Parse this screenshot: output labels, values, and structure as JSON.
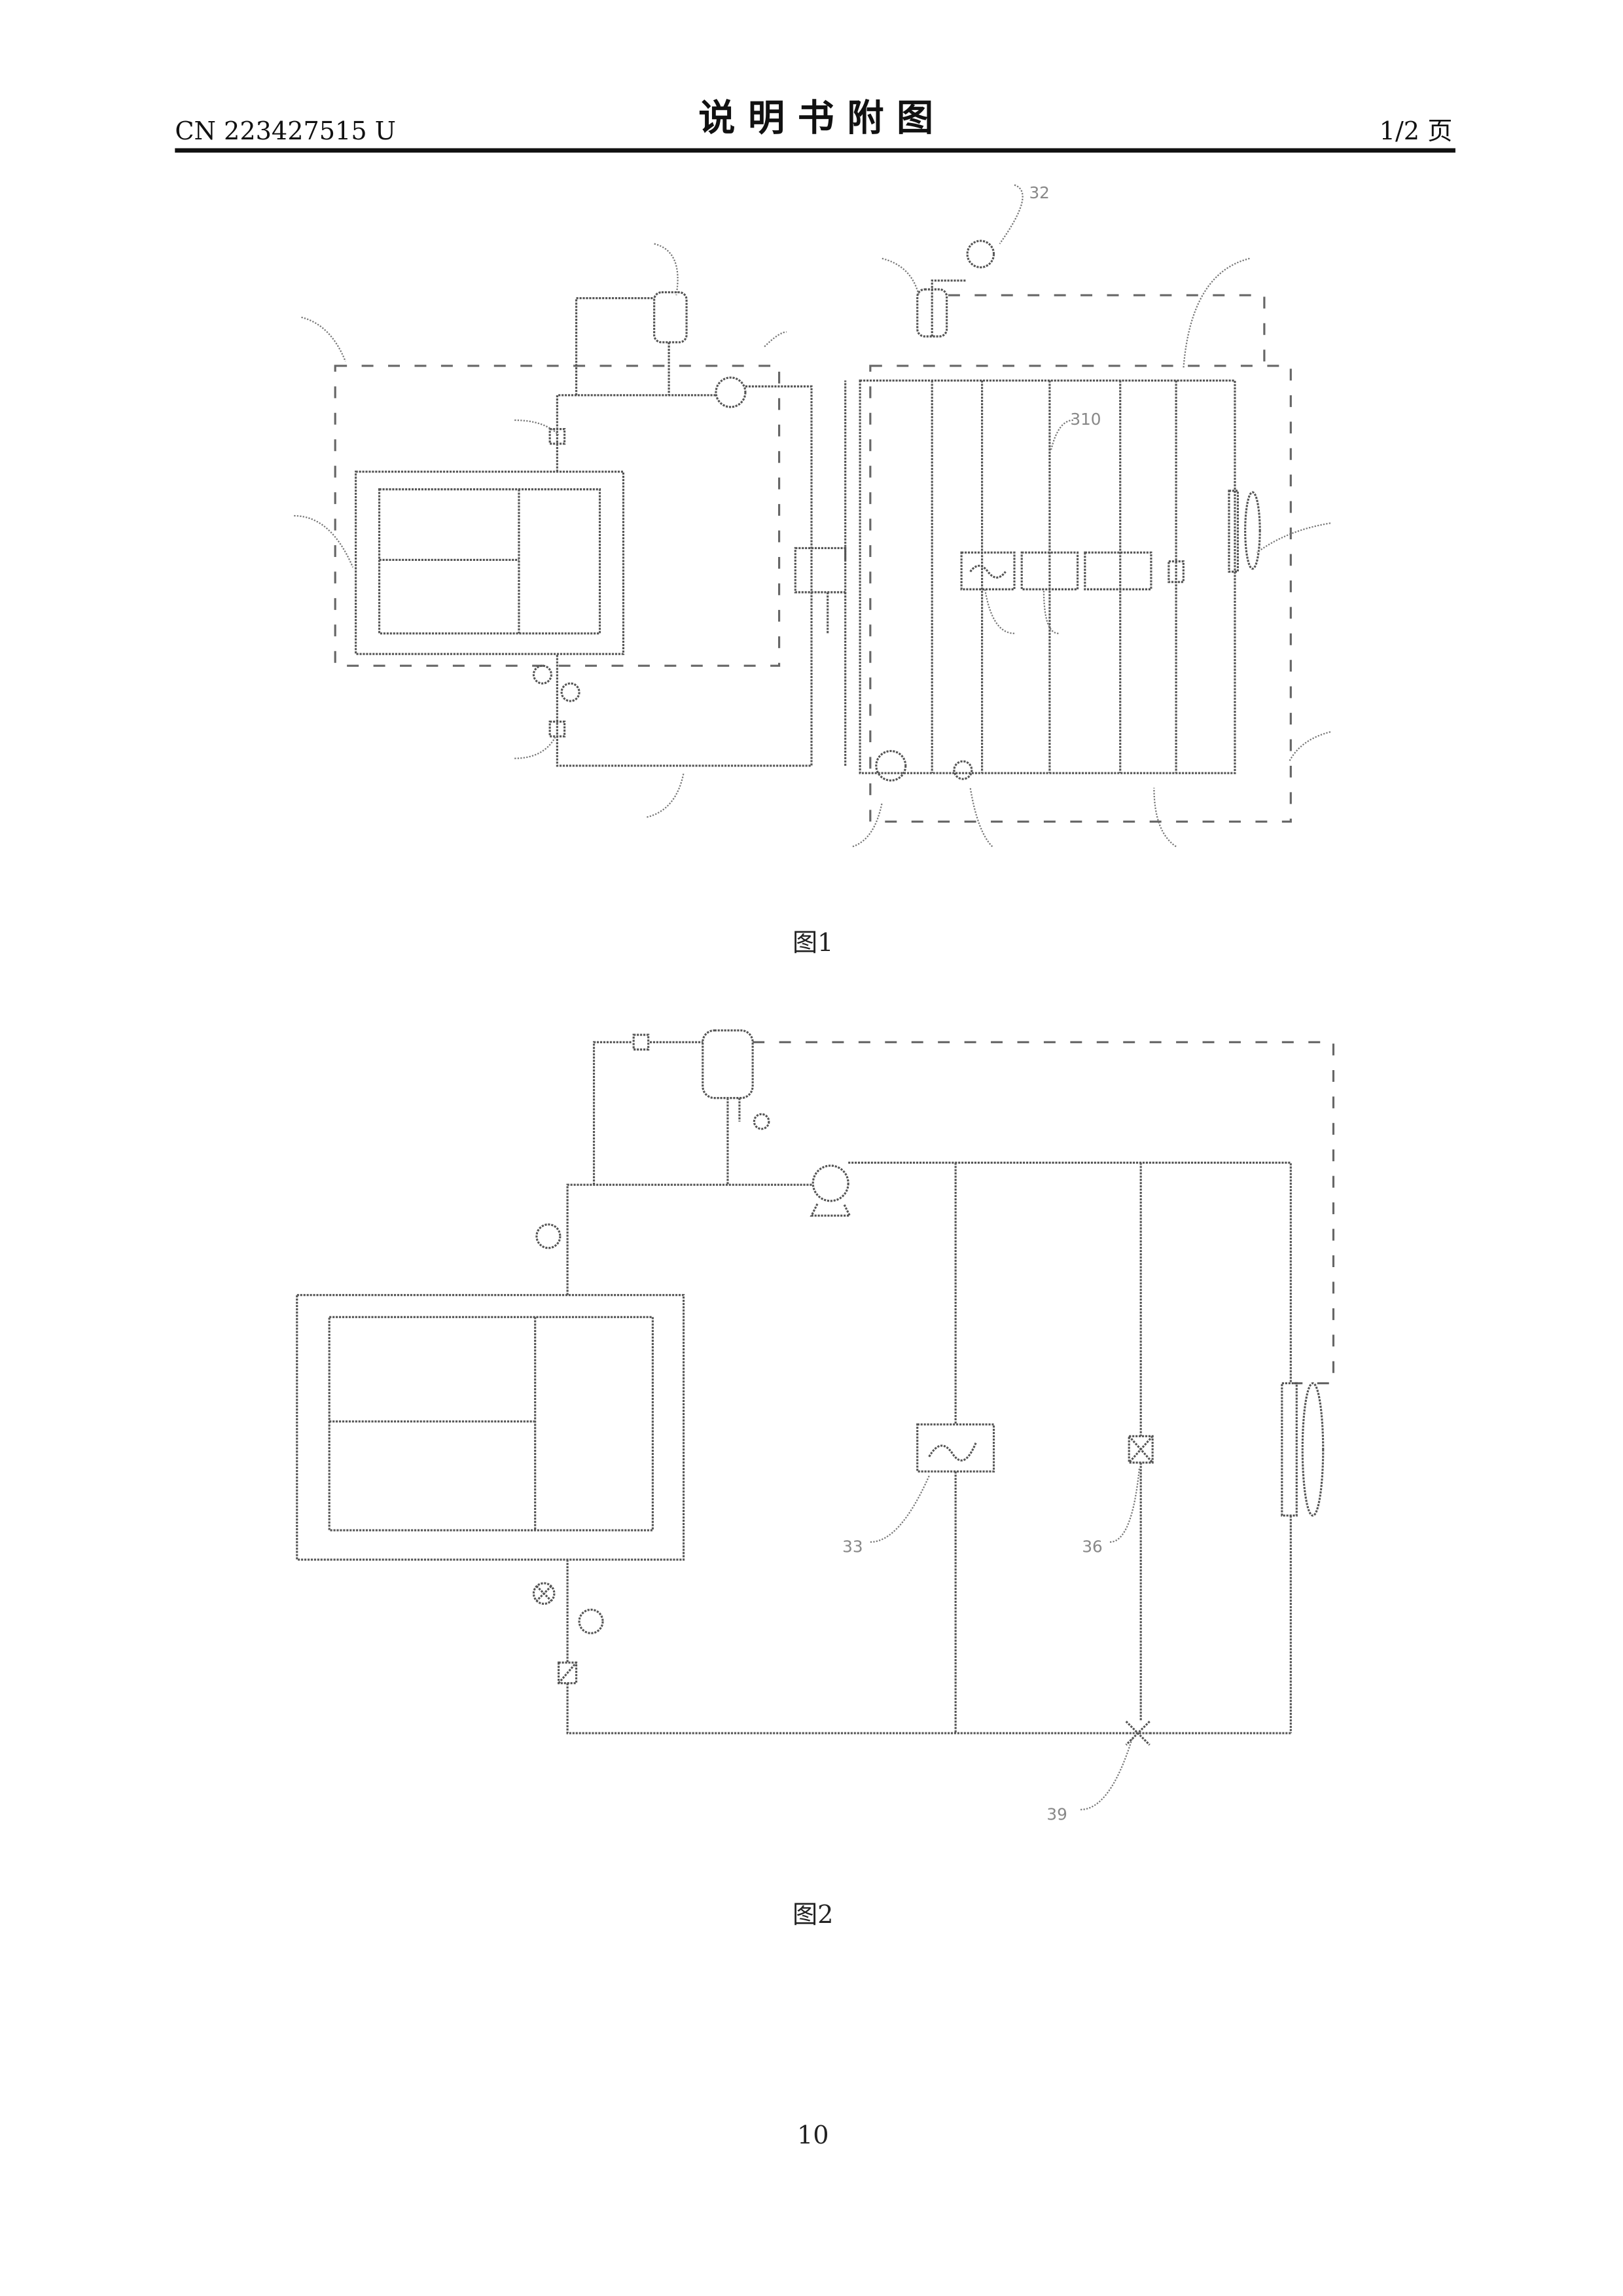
{
  "header": {
    "doc_number": "CN 223427515 U",
    "title": "说 明 书 附 图",
    "page": "1/2 页"
  },
  "figure1": {
    "caption": "图1",
    "labels": [
      "32",
      "310"
    ]
  },
  "figure2": {
    "caption": "图2",
    "labels": [
      "33",
      "36",
      "39"
    ]
  },
  "footer": {
    "page_number": "10"
  }
}
